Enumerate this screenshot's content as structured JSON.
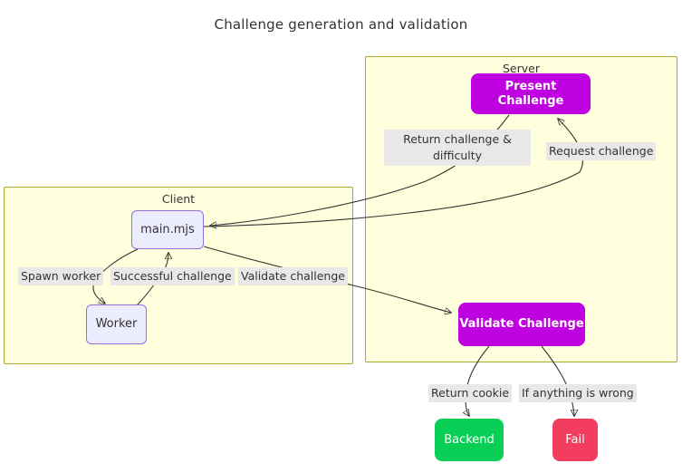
{
  "diagram": {
    "title": "Challenge generation and validation",
    "type": "flowchart",
    "colors": {
      "accent_purple": "#bf00e0",
      "success_green": "#0acf57",
      "danger_red": "#f23d5e",
      "node_fill": "#ececff",
      "node_border": "#9370db",
      "cluster_fill": "#ffffde",
      "cluster_border": "#aaaa33",
      "edge_stroke": "#333333",
      "label_background": "#e8e8e8"
    },
    "clusters": [
      {
        "id": "server",
        "label": "Server"
      },
      {
        "id": "client",
        "label": "Client"
      }
    ],
    "nodes": [
      {
        "id": "main-mjs",
        "label": "main.mjs",
        "style": "plain",
        "cluster": "client"
      },
      {
        "id": "worker",
        "label": "Worker",
        "style": "plain",
        "cluster": "client"
      },
      {
        "id": "present",
        "label": "Present Challenge",
        "style": "accent",
        "cluster": "server"
      },
      {
        "id": "validate",
        "label": "Validate Challenge",
        "style": "accent",
        "cluster": "server"
      },
      {
        "id": "backend",
        "label": "Backend",
        "style": "success",
        "cluster": null
      },
      {
        "id": "fail",
        "label": "Fail",
        "style": "danger",
        "cluster": null
      }
    ],
    "edges": [
      {
        "from": "main-mjs",
        "to": "present",
        "label": "Request challenge"
      },
      {
        "from": "present",
        "to": "main-mjs",
        "label": "Return challenge & difficulty"
      },
      {
        "from": "main-mjs",
        "to": "worker",
        "label": "Spawn worker"
      },
      {
        "from": "worker",
        "to": "main-mjs",
        "label": "Successful challenge"
      },
      {
        "from": "main-mjs",
        "to": "validate",
        "label": "Validate challenge"
      },
      {
        "from": "validate",
        "to": "backend",
        "label": "Return cookie"
      },
      {
        "from": "validate",
        "to": "fail",
        "label": "If anything is wrong"
      }
    ],
    "edge_labels": {
      "request_challenge": "Request challenge",
      "return_challenge_difficulty": "Return challenge & difficulty",
      "spawn_worker": "Spawn worker",
      "successful_challenge": "Successful challenge",
      "validate_challenge": "Validate challenge",
      "return_cookie": "Return cookie",
      "if_anything_is_wrong": "If anything is wrong"
    }
  }
}
